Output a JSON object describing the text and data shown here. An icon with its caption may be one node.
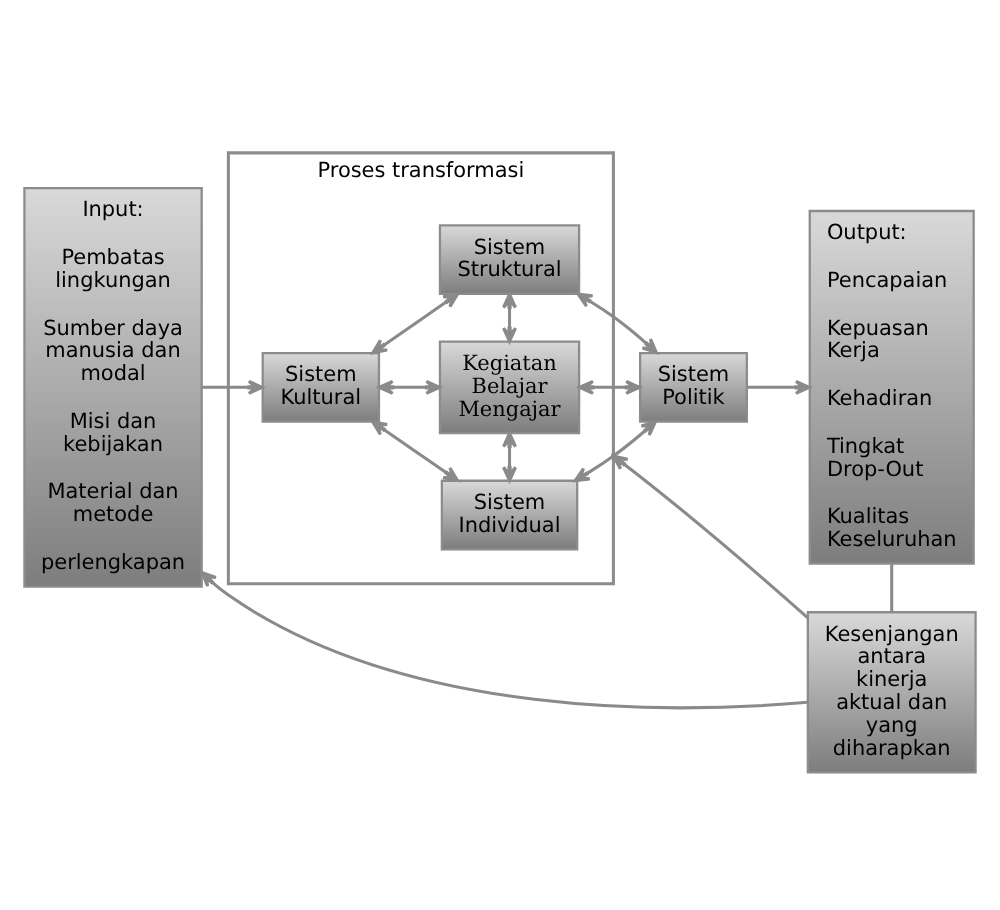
{
  "diagram": {
    "nodes": [
      {
        "text": [
          "Input:",
          "Pembatas lingkungan",
          "Sumber daya manusia dan modal",
          "Misi dan kebijakan",
          "Material dan metode",
          "perlengkapan"
        ]
      },
      {
        "text": [
          "Proses transformasi"
        ]
      },
      {
        "text": [
          "Sistem Struktural"
        ],
        "in": 1
      },
      {
        "text": [
          "Sistem Kultural"
        ],
        "in": 1
      },
      {
        "text": [
          "Kegiatan Belajar Mengajar"
        ],
        "in": 1
      },
      {
        "text": [
          "Sistem Politik"
        ]
      },
      {
        "text": [
          "Sistem Individual"
        ],
        "in": 1
      },
      {
        "text": [
          "Output:",
          "Pencapaian",
          "Kepuasan Kerja",
          "Kehadiran",
          "Tingkat Drop-Out",
          "Kualitas Keseluruhan"
        ]
      },
      {
        "text": [
          "Kesenjangan antara kinerja aktual dan yang diharapkan"
        ]
      }
    ],
    "edges": [
      {
        "from": 0,
        "to": 3,
        "arrow": "to"
      },
      {
        "from": 3,
        "to": 2,
        "arrow": "both"
      },
      {
        "from": 3,
        "to": 4,
        "arrow": "both"
      },
      {
        "from": 3,
        "to": 6,
        "arrow": "both"
      },
      {
        "from": 4,
        "to": 2,
        "arrow": "both"
      },
      {
        "from": 6,
        "to": 4,
        "arrow": "both"
      },
      {
        "from": 2,
        "to": 5,
        "arrow": "both"
      },
      {
        "from": 4,
        "to": 5,
        "arrow": "both"
      },
      {
        "from": 6,
        "to": 5,
        "arrow": "both"
      },
      {
        "from": 5,
        "to": 7,
        "arrow": "to"
      },
      {
        "from": 7,
        "to": 8,
        "arrow": "none"
      },
      {
        "from": 8,
        "to": 1,
        "arrow": "to"
      },
      {
        "from": 8,
        "to": 0,
        "arrow": "to"
      }
    ]
  }
}
